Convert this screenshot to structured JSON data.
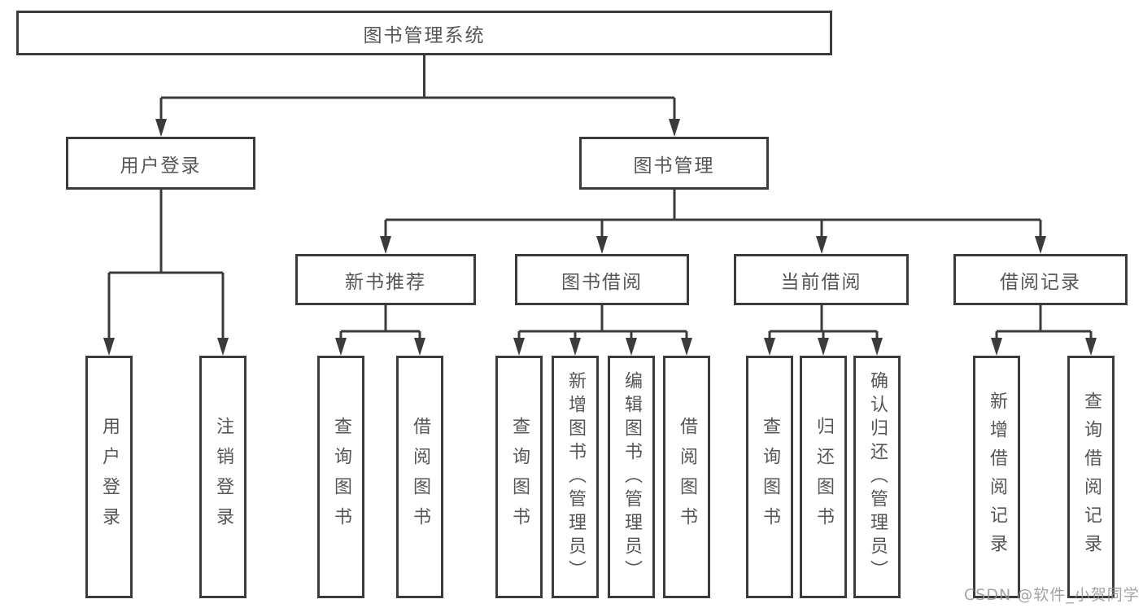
{
  "diagram": {
    "root": {
      "label": "图书管理系统"
    },
    "branches": [
      {
        "label": "用户登录",
        "children": [
          {
            "label": "用户登录"
          },
          {
            "label": "注销登录"
          }
        ]
      },
      {
        "label": "图书管理",
        "groups": [
          {
            "label": "新书推荐",
            "children": [
              {
                "label": "查询图书"
              },
              {
                "label": "借阅图书"
              }
            ]
          },
          {
            "label": "图书借阅",
            "children": [
              {
                "label": "查询图书"
              },
              {
                "label": "新增图书（管理员）"
              },
              {
                "label": "编辑图书（管理员）"
              },
              {
                "label": "借阅图书"
              }
            ]
          },
          {
            "label": "当前借阅",
            "children": [
              {
                "label": "查询图书"
              },
              {
                "label": "归还图书"
              },
              {
                "label": "确认归还（管理员）"
              }
            ]
          },
          {
            "label": "借阅记录",
            "children": [
              {
                "label": "新增借阅记录"
              },
              {
                "label": "查询借阅记录"
              }
            ]
          }
        ]
      }
    ]
  },
  "watermark": "CSDN @软件_小贺同学",
  "colors": {
    "line": "#3b3b3b",
    "box_border": "#3b3b3b",
    "text": "#565656",
    "background": "#ffffff",
    "watermark": "#949494"
  }
}
